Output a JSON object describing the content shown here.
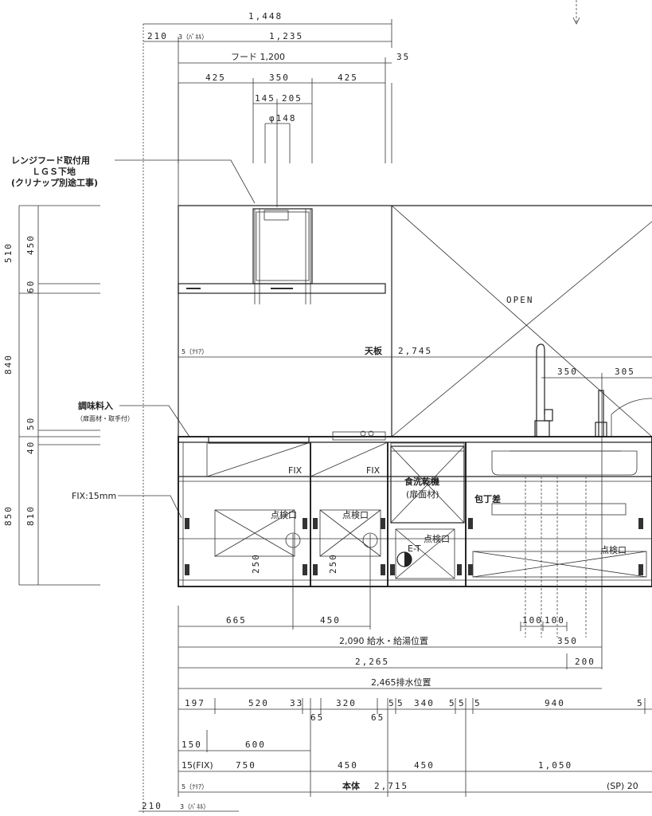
{
  "top_dims": {
    "overall": "1,448",
    "d210": "210",
    "d3_panel": "3（ﾊﾟﾈﾙ）",
    "d1235": "1,235",
    "hood": "フード 1,200",
    "d35": "35",
    "d425a": "425",
    "d350": "350",
    "d425b": "425",
    "d145": "145",
    "d205": "205",
    "phi148": "φ148"
  },
  "left_dims": {
    "d510": "510",
    "d450": "450",
    "d60": "60",
    "d840": "840",
    "d50": "50",
    "d40": "40",
    "d850": "850",
    "d810": "810"
  },
  "callouts": {
    "lgs_line1": "レンジフード取付用",
    "lgs_line2": "ＬＧＳ下地",
    "lgs_line3": "(クリナップ別途工事)",
    "seasoning": "調味料入",
    "seasoning_sub": "（扉面材・取手付）",
    "fix15": "FIX:15mm"
  },
  "body_labels": {
    "open": "OPEN",
    "clear5": "5（ｸﾘｱ）",
    "countertop": "天板",
    "countertop_dim": "2,745",
    "d350_sink": "350",
    "d305": "305",
    "fix_a": "FIX",
    "fix_b": "FIX",
    "dishwasher": "食洗乾機",
    "dishwasher_sub": "(扉面材)",
    "knife": "包丁差",
    "inspect1": "点検口",
    "inspect2": "点検口",
    "inspect3": "点検口",
    "inspect4": "点検口",
    "d250a": "250",
    "d250b": "250",
    "et": "E-T"
  },
  "bottom_dims": {
    "d665": "665",
    "d450": "450",
    "d100a": "100",
    "d100b": "100",
    "d2090": "2,090 給水・給湯位置",
    "d350": "350",
    "d2265": "2,265",
    "d200": "200",
    "d2465": "2,465排水位置",
    "row1": [
      "197",
      "520",
      "33",
      "320",
      "5",
      "5",
      "340",
      "5",
      "5",
      "5",
      "940",
      "5"
    ],
    "d65a": "65",
    "d65b": "65",
    "d150": "150",
    "d600": "600",
    "d15fix": "15(FIX)",
    "d750": "750",
    "d450b": "450",
    "d450c": "450",
    "d1050": "1,050",
    "clear5": "5（ｸﾘｱ）",
    "body": "本体",
    "body_dim": "2,715",
    "sp20": "(SP) 20",
    "d210": "210",
    "d3_panel": "3（ﾊﾟﾈﾙ）"
  }
}
